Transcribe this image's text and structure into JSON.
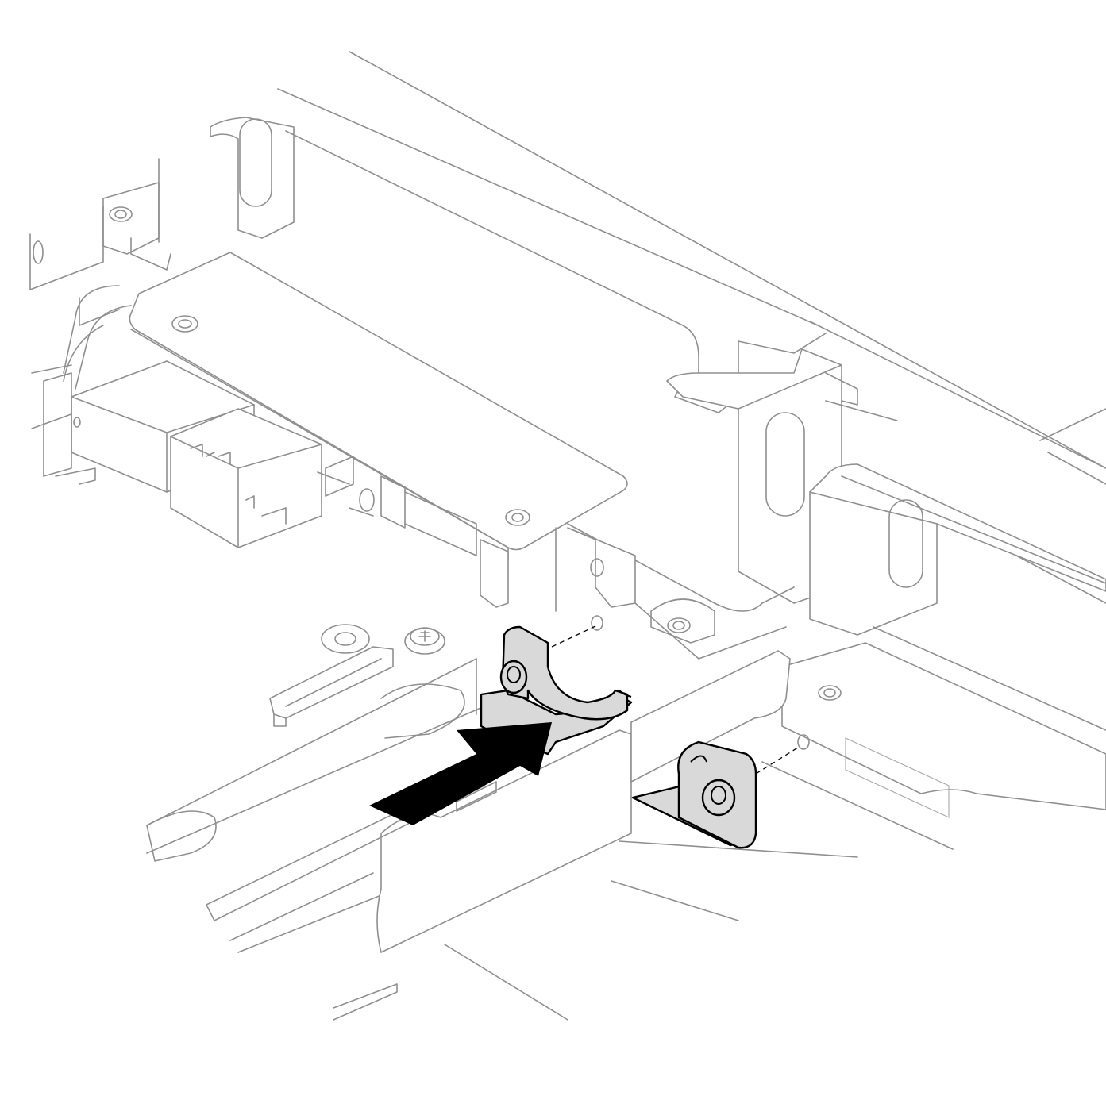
{
  "figure": {
    "background": "#ffffff",
    "line_color": "#8f8f8f",
    "highlight_fill": "#d9d9d9",
    "highlight_stroke": "#000000",
    "arrow_color": "#000000"
  },
  "components": {
    "chassis": "server-chassis",
    "front_io_board": "front-io-board",
    "cable_guide_parts": "cable-guide-brackets",
    "install_direction": "arrow"
  }
}
